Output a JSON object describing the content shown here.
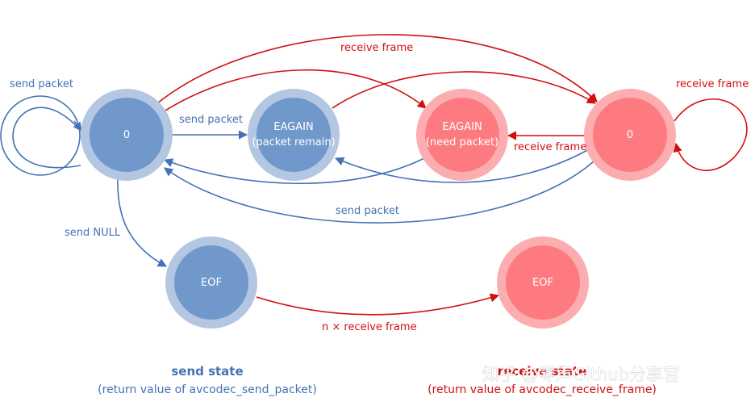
{
  "nodes": {
    "send_0": "0",
    "send_eagain_line1": "EAGAIN",
    "send_eagain_line2": "(packet remain)",
    "recv_eagain_line1": "EAGAIN",
    "recv_eagain_line2": "(need packet)",
    "recv_0": "0",
    "send_eof": "EOF",
    "recv_eof": "EOF"
  },
  "edges": {
    "send_self_loop": "send packet",
    "send_0_to_eagain": "send packet",
    "send_0_to_recv_0_top": "receive frame",
    "recv_eagain_back": "receive frame",
    "recv_to_send_bottom": "send packet",
    "send_null": "send NULL",
    "recv_self_loop": "receive frame",
    "eof_to_eof": "n × receive frame"
  },
  "captions": {
    "send_title": "send state",
    "send_subtitle": "(return value of avcodec_send_packet)",
    "recv_title": "receive state",
    "recv_subtitle": "(return value of avcodec_receive_frame)"
  },
  "watermark": "知乎 @零声Github分享官",
  "colors": {
    "blue_outer": "#b3c6e2",
    "blue_inner": "#7098ca",
    "blue_line": "#4472b5",
    "red_outer": "#fbadb0",
    "red_inner": "#fd7b80",
    "red_line": "#d10f0f"
  }
}
